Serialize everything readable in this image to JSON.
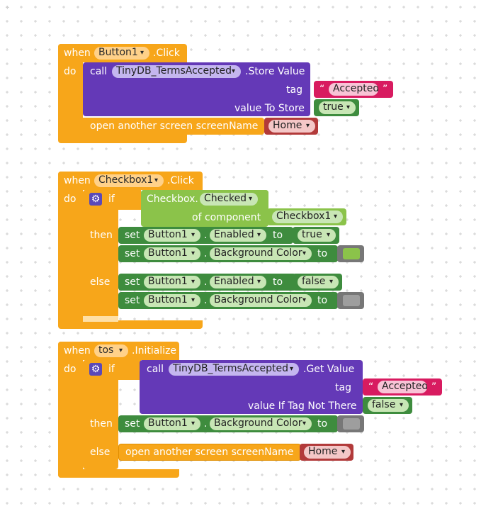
{
  "blocks": {
    "button_click": {
      "when": "when",
      "component": "Button1",
      "event": ".Click",
      "do": "do",
      "call": "call",
      "tinydb": "TinyDB_TermsAccepted",
      "method": ".Store Value",
      "tag_label": "tag",
      "tag_value": "Accepted",
      "value_label": "value To Store",
      "value": "true",
      "open_label": "open another screen  screenName",
      "screen": "Home"
    },
    "checkbox_click": {
      "when": "when",
      "component": "Checkbox1",
      "event": ".Click",
      "do": "do",
      "if": "if",
      "checkbox_getter": "Checkbox.",
      "checked": "Checked",
      "of_component": "of component",
      "checkbox_comp": "Checkbox1",
      "then": "then",
      "else": "else",
      "then_set1": {
        "set": "set",
        "comp": "Button1",
        "dot": ".",
        "prop": "Enabled",
        "to": "to",
        "value": "true"
      },
      "then_set2": {
        "set": "set",
        "comp": "Button1",
        "dot": ".",
        "prop": "Background Color",
        "to": "to",
        "color": "#8bc34a"
      },
      "else_set1": {
        "set": "set",
        "comp": "Button1",
        "dot": ".",
        "prop": "Enabled",
        "to": "to",
        "value": "false"
      },
      "else_set2": {
        "set": "set",
        "comp": "Button1",
        "dot": ".",
        "prop": "Background Color",
        "to": "to",
        "color": "#9e9e9e"
      }
    },
    "tos_init": {
      "when": "when",
      "component": "tos",
      "event": ".Initialize",
      "do": "do",
      "if": "if",
      "call": "call",
      "tinydb": "TinyDB_TermsAccepted",
      "method": ".Get Value",
      "tag_label": "tag",
      "tag_value": "Accepted",
      "value_label": "value If Tag Not There",
      "value": "false",
      "then": "then",
      "else": "else",
      "then_set": {
        "set": "set",
        "comp": "Button1",
        "dot": ".",
        "prop": "Background Color",
        "to": "to",
        "color": "#9e9e9e"
      },
      "open_label": "open another screen  screenName",
      "screen": "Home"
    }
  },
  "icons": {
    "dropdown": "▾",
    "gear": "⚙",
    "quote_open": "“",
    "quote_close": "”"
  },
  "colors": {
    "event": "#f7a61a",
    "tinydb": "#6439b7",
    "setter": "#3e8c3e",
    "getter": "#8bc34a",
    "text": "#d81b60",
    "screen": "#b23a3a"
  }
}
